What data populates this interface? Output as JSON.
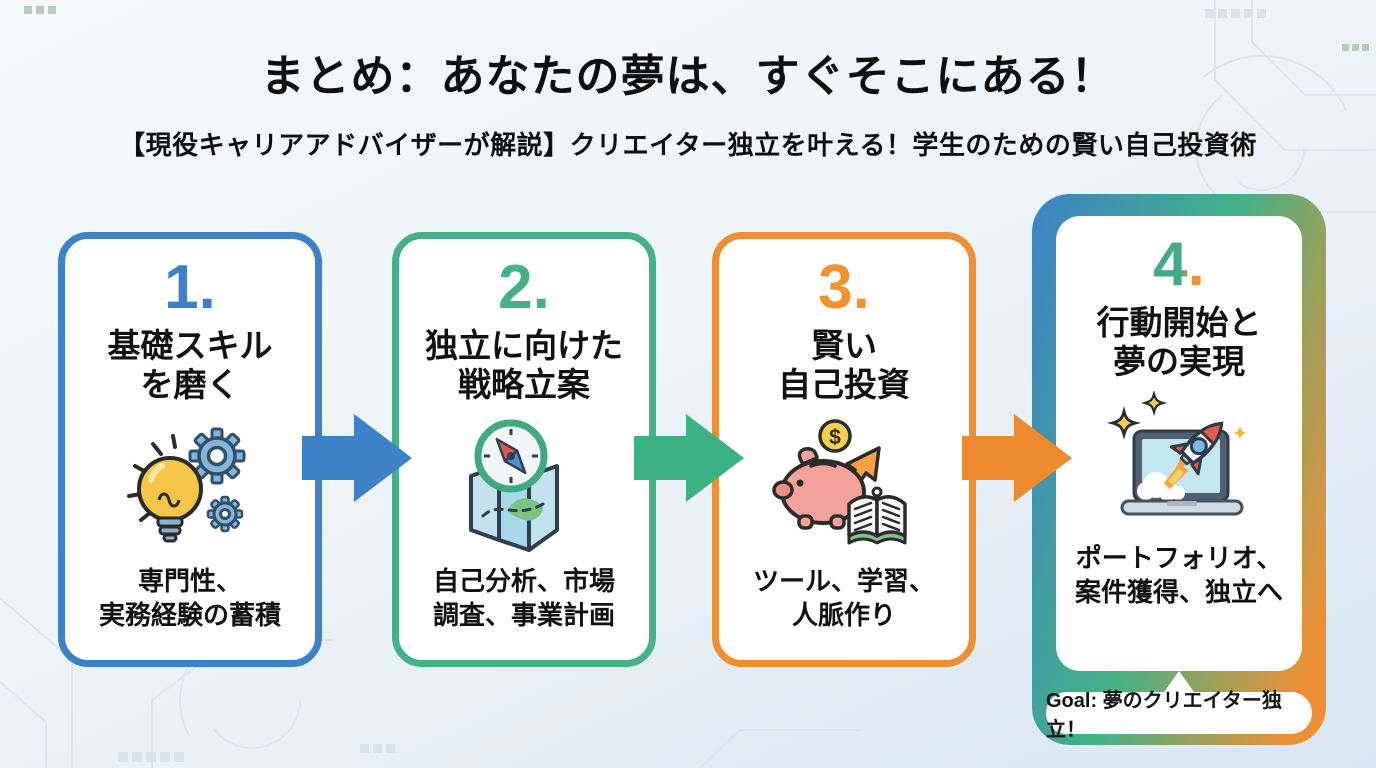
{
  "header": {
    "title": "まとめ：あなたの夢は、すぐそこにある！",
    "subtitle": "【現役キャリアアドバイザーが解説】クリエイター独立を叶える！学生のための賢い自己投資術"
  },
  "steps": [
    {
      "number": "1.",
      "title_line1": "基礎スキル",
      "title_line2": "を磨く",
      "desc_line1": "専門性、",
      "desc_line2": "実務経験の蓄積",
      "icon": "lightbulb-gears-icon",
      "accent": "#3d82c6"
    },
    {
      "number": "2.",
      "title_line1": "独立に向けた",
      "title_line2": "戦略立案",
      "desc_line1": "自己分析、市場",
      "desc_line2": "調査、事業計画",
      "icon": "compass-map-icon",
      "accent": "#44b286"
    },
    {
      "number": "3.",
      "title_line1": "賢い",
      "title_line2": "自己投資",
      "desc_line1": "ツール、学習、",
      "desc_line2": "人脈作り",
      "icon": "piggy-bank-growth-book-icon",
      "accent": "#ee8f33"
    },
    {
      "number": "4.",
      "title_line1": "行動開始と",
      "title_line2": "夢の実現",
      "desc_line1": "ポートフォリオ、",
      "desc_line2": "案件獲得、独立へ",
      "icon": "rocket-laptop-icon",
      "accent_gradient": [
        "#3d82c6",
        "#44b286",
        "#ee8f33"
      ]
    }
  ],
  "goal_badge": {
    "label": "Goal: 夢のクリエイター独立！"
  },
  "arrows": [
    {
      "color": "#3d82c6"
    },
    {
      "color": "#3cb283"
    },
    {
      "color": "#ee8a2e"
    }
  ],
  "icon_details": {
    "coin_symbol": "$"
  },
  "colors": {
    "step1_accent": "#3d82c6",
    "step2_accent": "#44b286",
    "step3_accent": "#ee8f33",
    "step4_gradient": [
      "#3d82c6",
      "#44b286",
      "#ee8f33"
    ],
    "card_background": "#ffffff",
    "text": "#141414",
    "background_top": "#f6fafc",
    "background_bottom": "#d9e5f0"
  }
}
